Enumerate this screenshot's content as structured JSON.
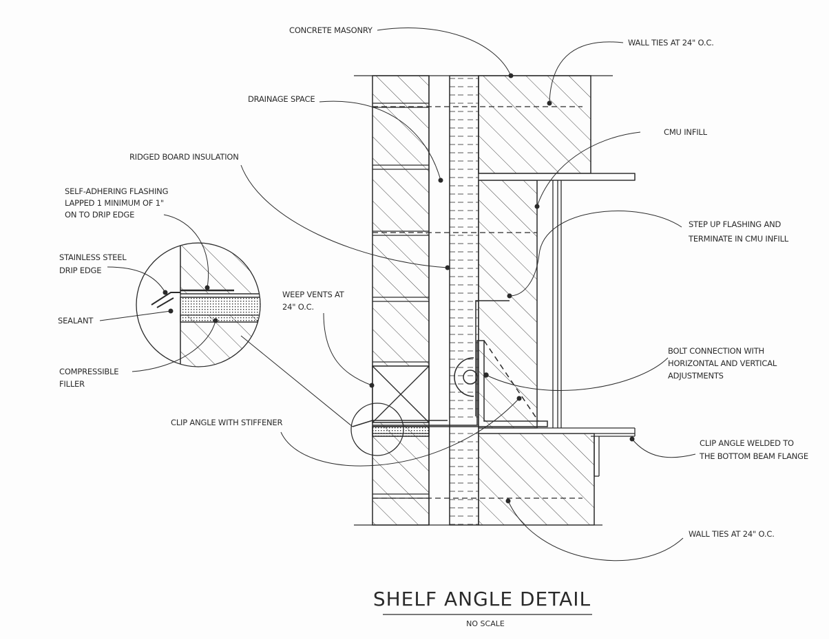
{
  "drawing": {
    "title": "SHELF ANGLE DETAIL",
    "scale_note": "NO SCALE"
  },
  "labels": {
    "concrete_masonry": "CONCRETE MASONRY",
    "wall_ties_top": "WALL TIES AT 24\" O.C.",
    "drainage_space": "DRAINAGE SPACE",
    "cmu_infill": "CMU INFILL",
    "ridged_board_insulation": "RIDGED BOARD INSULATION",
    "self_adhering_flashing": [
      "SELF-ADHERING FLASHING",
      "LAPPED 1 MINIMUM OF 1\"",
      "ON TO DRIP EDGE"
    ],
    "step_up_flashing": [
      "STEP UP FLASHING AND",
      "TERMINATE IN CMU INFILL"
    ],
    "stainless_steel_drip_edge": [
      "STAINLESS STEEL",
      "DRIP EDGE"
    ],
    "weep_vents": [
      "WEEP VENTS AT",
      "24\" O.C."
    ],
    "sealant": "SEALANT",
    "bolt_connection": [
      "BOLT CONNECTION WITH",
      "HORIZONTAL AND VERTICAL",
      "ADJUSTMENTS"
    ],
    "compressible_filler": [
      "COMPRESSIBLE",
      "FILLER"
    ],
    "clip_angle_with_stiffener": "CLIP ANGLE WITH STIFFENER",
    "clip_angle_welded": [
      "CLIP ANGLE WELDED TO",
      "THE BOTTOM BEAM FLANGE"
    ],
    "wall_ties_bottom": "WALL TIES AT 24\" O.C."
  },
  "colors": {
    "ink": "#2a2a2a",
    "paper": "#fdfdfd"
  }
}
